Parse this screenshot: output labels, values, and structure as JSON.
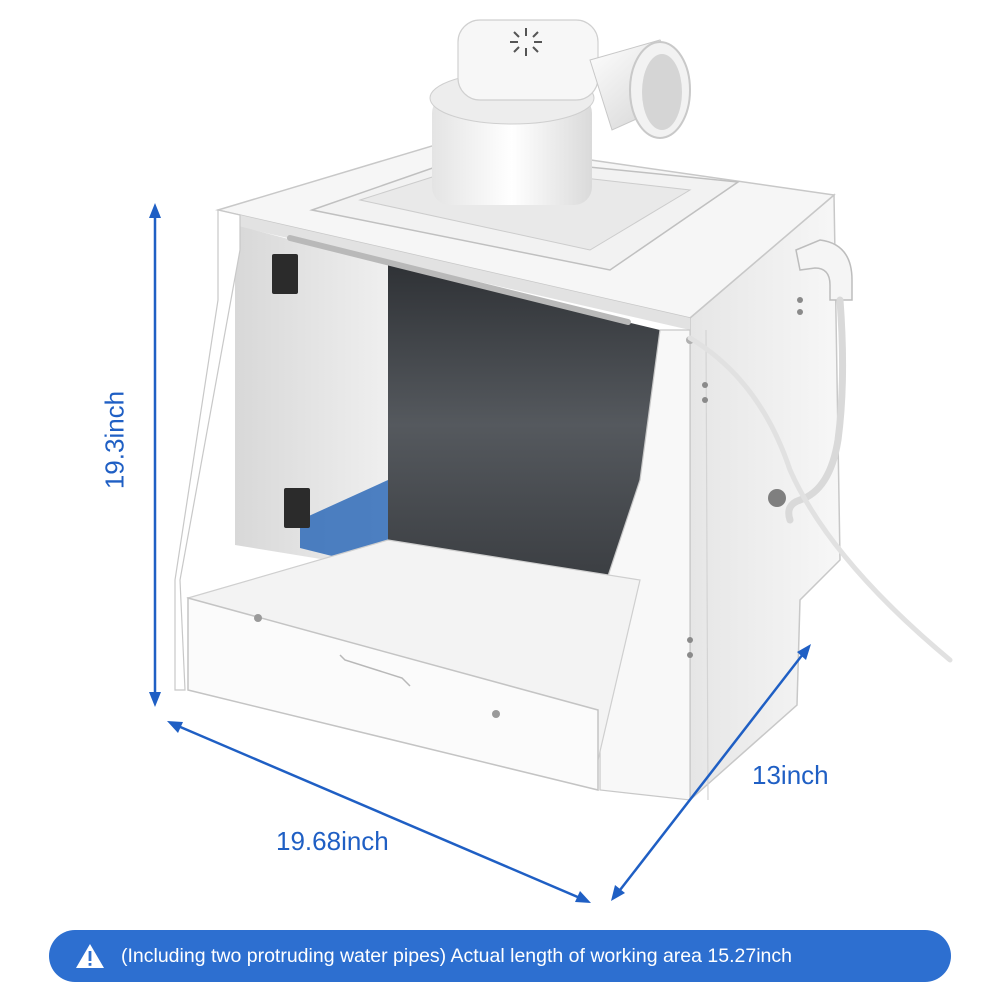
{
  "dimensions": {
    "height": "19.3inch",
    "width": "19.68inch",
    "depth": "13inch"
  },
  "banner": {
    "icon": "warning-icon",
    "text": "(Including two protruding water pipes) Actual length of working area 15.27inch"
  },
  "colors": {
    "accent": "#2d6fd0",
    "dimension_text": "#1f5fc4",
    "booth_body": "#f4f4f4",
    "window_glass": "#4a4d52"
  }
}
